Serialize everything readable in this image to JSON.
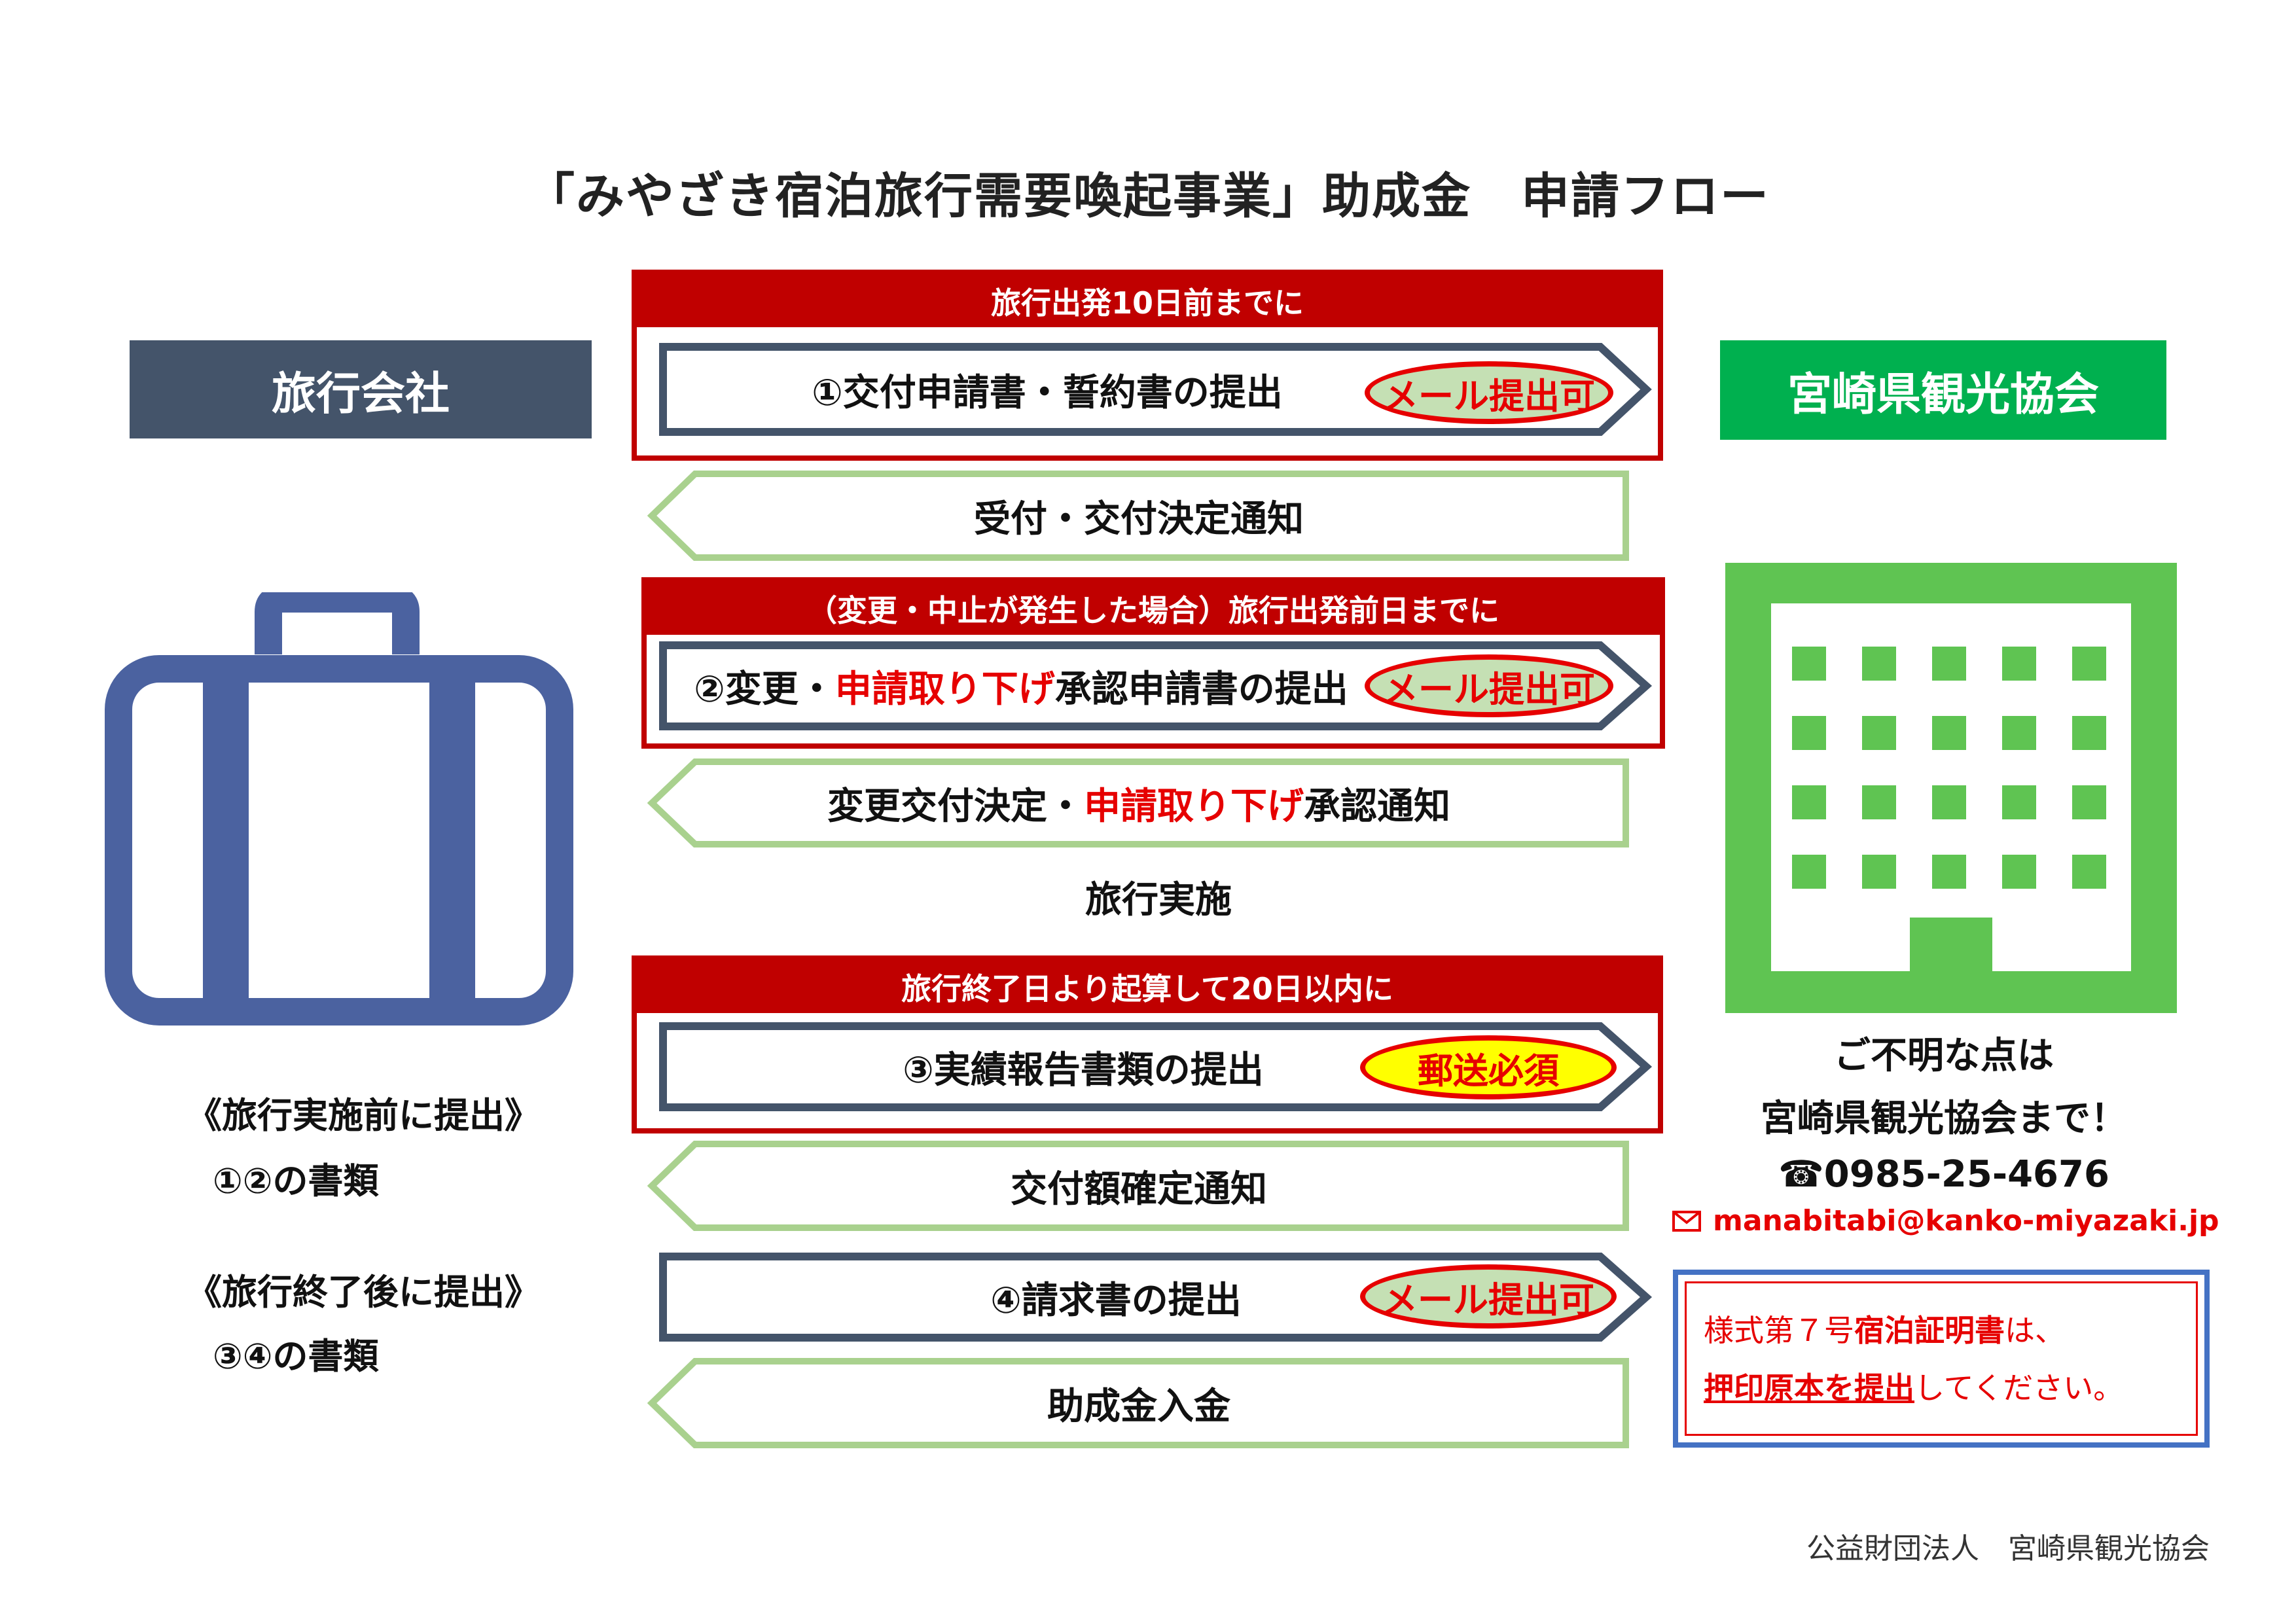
{
  "title": "「みやざき宿泊旅行需要喚起事業」助成金　申請フロー",
  "actors": {
    "left": "旅行会社",
    "right": "宮崎県観光協会"
  },
  "colors": {
    "deadline_red": "#c00000",
    "accent_red": "#e60000",
    "agency_gray": "#44546a",
    "assoc_green": "#00b04f",
    "reply_green": "#a9d18e",
    "suitcase_blue": "#4b62a0",
    "building_green": "#5fc452",
    "notice_blue": "#4472c4"
  },
  "icons": {
    "left": "suitcase-icon",
    "right": "building-icon",
    "phone": "phone-icon",
    "mail": "mail-icon"
  },
  "steps": {
    "s1": {
      "deadline": "旅行出発10日前までに",
      "label": "①交付申請書・誓約書の提出",
      "badge": "メール提出可"
    },
    "r1": {
      "label": "受付・交付決定通知"
    },
    "s2": {
      "deadline": "（変更・中止が発生した場合）旅行出発前日までに",
      "label_a": "②変更・",
      "label_b": "申請取り下げ",
      "label_c": "承認申請書の提出",
      "badge": "メール提出可"
    },
    "r2": {
      "label_a": "変更交付決定・",
      "label_b": "申請取り下げ",
      "label_c": "承認通知"
    },
    "mid": "旅行実施",
    "s3": {
      "deadline": "旅行終了日より起算して20日以内に",
      "label": "③実績報告書類の提出",
      "badge": "郵送必須"
    },
    "r3": {
      "label": "交付額確定通知"
    },
    "s4": {
      "label": "④請求書の提出",
      "badge": "メール提出可"
    },
    "r4": {
      "label": "助成金入金"
    }
  },
  "notes_left": {
    "before_title": "《旅行実施前に提出》",
    "before_docs": "①②の書類",
    "after_title": "《旅行終了後に提出》",
    "after_docs": "③④の書類"
  },
  "contact": {
    "line1": "ご不明な点は",
    "line2": "宮崎県観光協会まで！",
    "phone": "☎0985-25-4676",
    "email": "manabitabi@kanko-miyazaki.jp"
  },
  "notice": {
    "p1": "様式第７号",
    "p2": "宿泊証明書",
    "p3": "は、",
    "p4": "押印原本を提出",
    "p5": "してください。"
  },
  "footer": "公益財団法人　宮崎県観光協会"
}
